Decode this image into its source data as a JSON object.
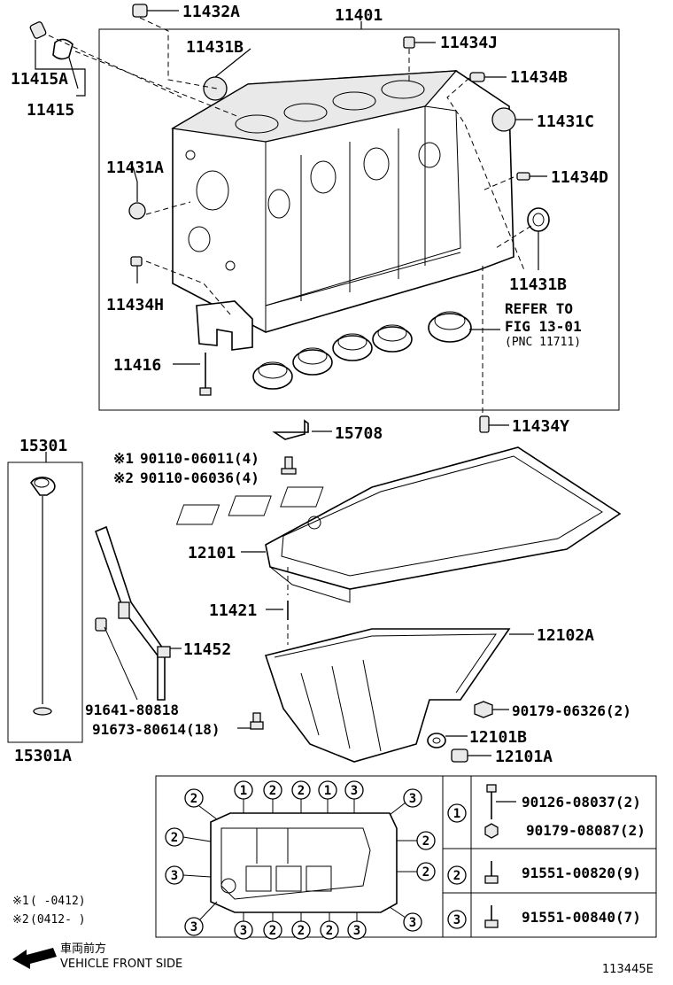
{
  "parts": {
    "p11432A": "11432A",
    "p11401": "11401",
    "p11415A": "11415A",
    "p11415": "11415",
    "p11431B_top": "11431B",
    "p11434J": "11434J",
    "p11434B": "11434B",
    "p11431C": "11431C",
    "p11431A": "11431A",
    "p11434D": "11434D",
    "p11431B_right": "11431B",
    "p11434H": "11434H",
    "p11416": "11416",
    "p11434Y": "11434Y",
    "p15708": "15708",
    "p15301": "15301",
    "p15301A": "15301A",
    "p12101": "12101",
    "p11421": "11421",
    "p12102A": "12102A",
    "p11452": "11452",
    "p91641": "91641-80818",
    "p91673": "91673-80614(18)",
    "p90179_06326": "90179-06326(2)",
    "p12101B": "12101B",
    "p12101A": "12101A"
  },
  "refer": {
    "line1": "REFER TO",
    "line2": "FIG 13-01",
    "line3": "(PNC 11711)"
  },
  "bolt_variants": {
    "v1_mark": "※1",
    "v1_part": "90110-06011(4)",
    "v2_mark": "※2",
    "v2_part": "90110-06036(4)"
  },
  "legend": {
    "row1_num": "1",
    "row1_partA": "90126-08037(2)",
    "row1_partB": "90179-08087(2)",
    "row2_num": "2",
    "row2_part": "91551-00820(9)",
    "row3_num": "3",
    "row3_part": "91551-00840(7)"
  },
  "bolt_pattern": {
    "top": [
      "2",
      "1",
      "2",
      "2",
      "1",
      "3",
      "3"
    ],
    "left": [
      "2",
      "2",
      "3",
      "3"
    ],
    "right": [
      "2",
      "2",
      "3"
    ],
    "bottom": [
      "3",
      "2",
      "2",
      "2",
      "3"
    ]
  },
  "footnotes": {
    "fn1_mark": "※1",
    "fn1_text": "(      -0412)",
    "fn2_mark": "※2",
    "fn2_text": "(0412-      )"
  },
  "direction": {
    "jp": "車両前方",
    "en": "VEHICLE FRONT SIDE"
  },
  "figure_code": "113445E"
}
